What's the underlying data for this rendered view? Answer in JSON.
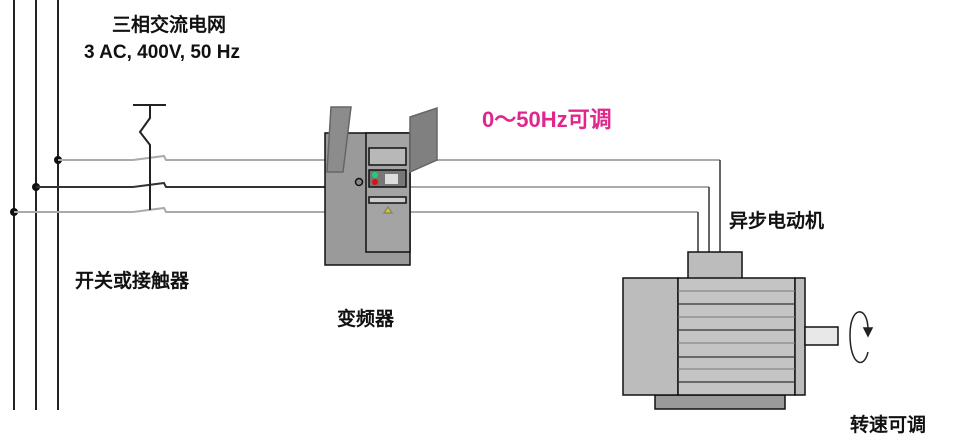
{
  "grid": {
    "title": "三相交流电网",
    "spec": "3 AC, 400V, 50 Hz"
  },
  "switch_label": "开关或接触器",
  "inverter_label": "变频器",
  "frequency_label": "0～50Hz可调",
  "motor_label": "异步电动机",
  "speed_label": "转速可调",
  "colors": {
    "accent": "#e0288c",
    "line": "#a0a0a0",
    "device": "#9a9a9a"
  }
}
